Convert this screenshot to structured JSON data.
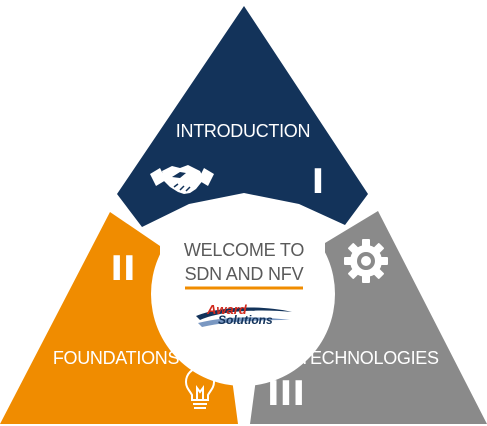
{
  "colors": {
    "introduction": "#13335a",
    "foundations": "#f08c00",
    "technologies": "#8a8a8a",
    "center_fill": "#ffffff",
    "center_divider": "#f08c00",
    "logo_award": "#d12a1e",
    "logo_solutions": "#13335a"
  },
  "segments": {
    "introduction": {
      "title": "INTRODUCTION",
      "numeral": "I",
      "icon": "handshake-icon"
    },
    "foundations": {
      "title": "FOUNDATIONS",
      "numeral": "II",
      "icon": "lightbulb-icon"
    },
    "technologies": {
      "title": "TECHNOLOGIES",
      "numeral": "III",
      "icon": "gear-icon"
    }
  },
  "center": {
    "line1": "WELCOME TO",
    "line2": "SDN AND NFV",
    "logo": {
      "word1": "Award",
      "word2": "Solutions"
    }
  }
}
